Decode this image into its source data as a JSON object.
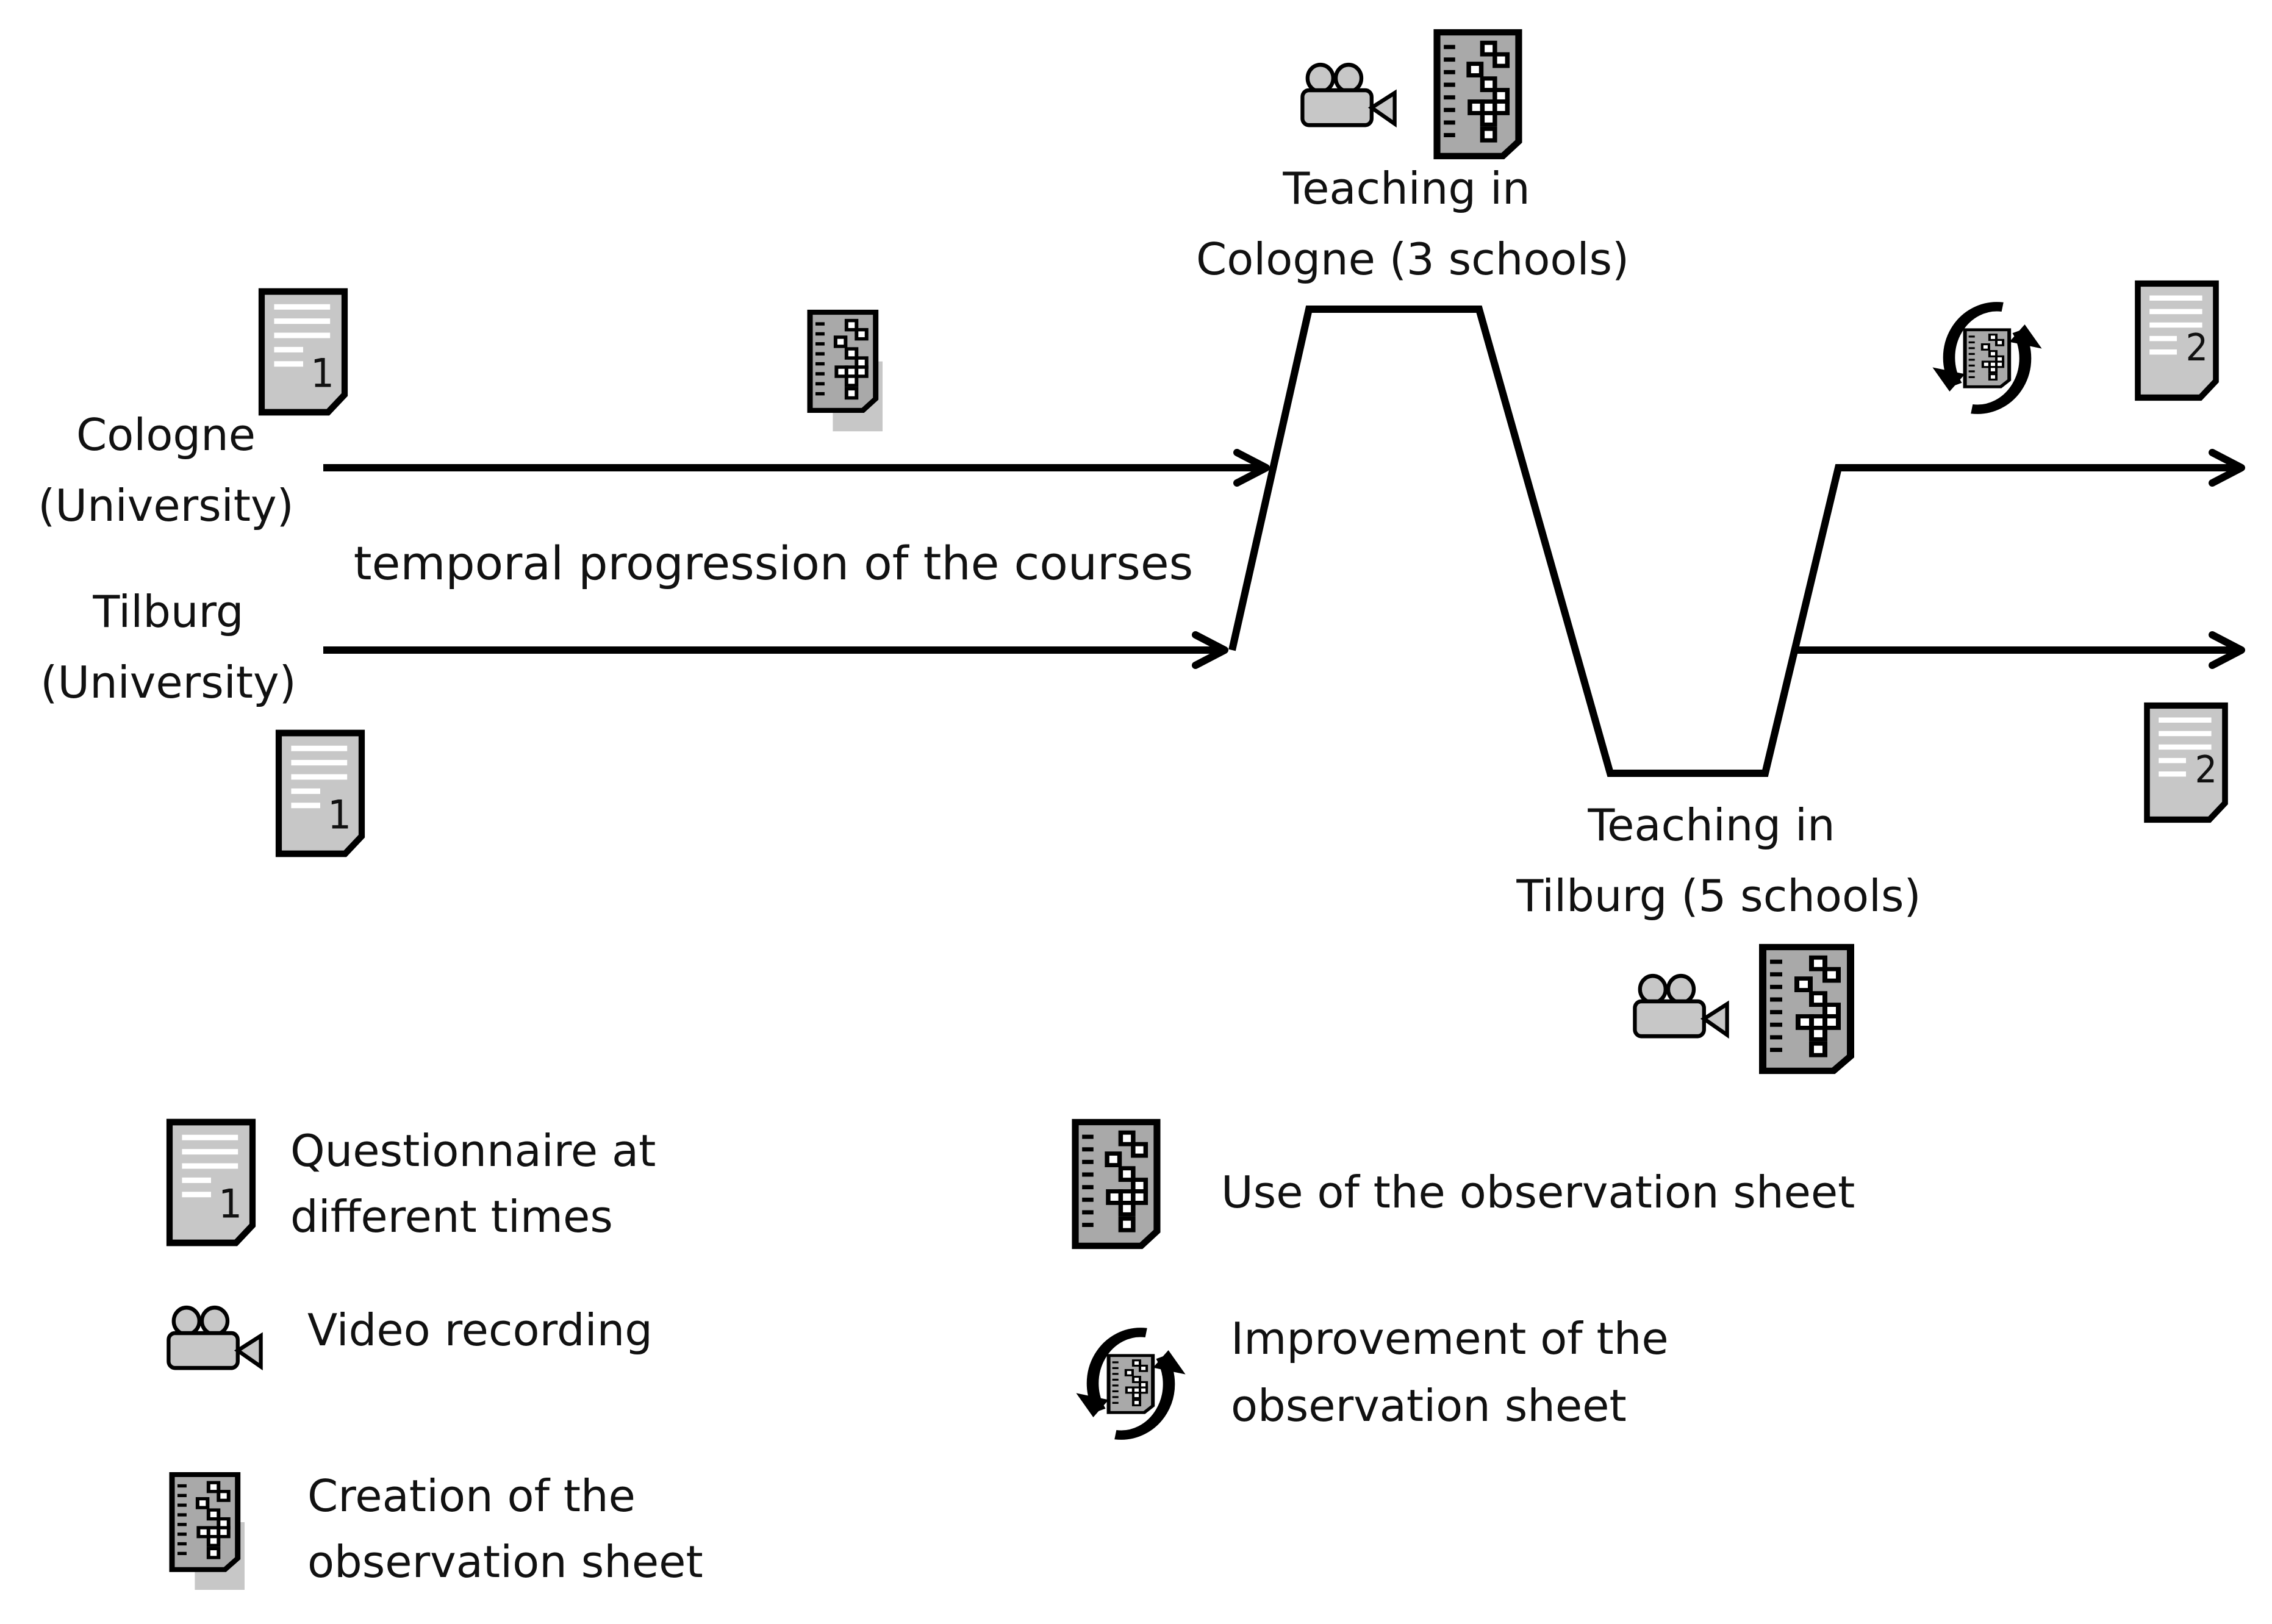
{
  "labels": {
    "cologne_university": [
      "Cologne",
      "(University)"
    ],
    "tilburg_university": [
      "Tilburg",
      "(University)"
    ],
    "progression": "temporal progression of the courses",
    "teaching_cologne": [
      "Teaching in",
      "Cologne (3 schools)"
    ],
    "teaching_tilburg": [
      "Teaching in",
      "Tilburg (5 schools)"
    ]
  },
  "questionnaire_numbers": {
    "start": "1",
    "end": "2"
  },
  "legend": {
    "questionnaire": [
      "Questionnaire at",
      "different times"
    ],
    "questionnaire_number": "1",
    "video": "Video recording",
    "creation": [
      "Creation of the",
      "observation sheet"
    ],
    "use": "Use of the observation sheet",
    "improvement": [
      "Improvement of the",
      "observation sheet"
    ]
  },
  "icons": [
    "questionnaire-icon",
    "video-camera-icon",
    "observation-sheet-creation-icon",
    "observation-sheet-icon",
    "observation-sheet-improvement-icon"
  ]
}
